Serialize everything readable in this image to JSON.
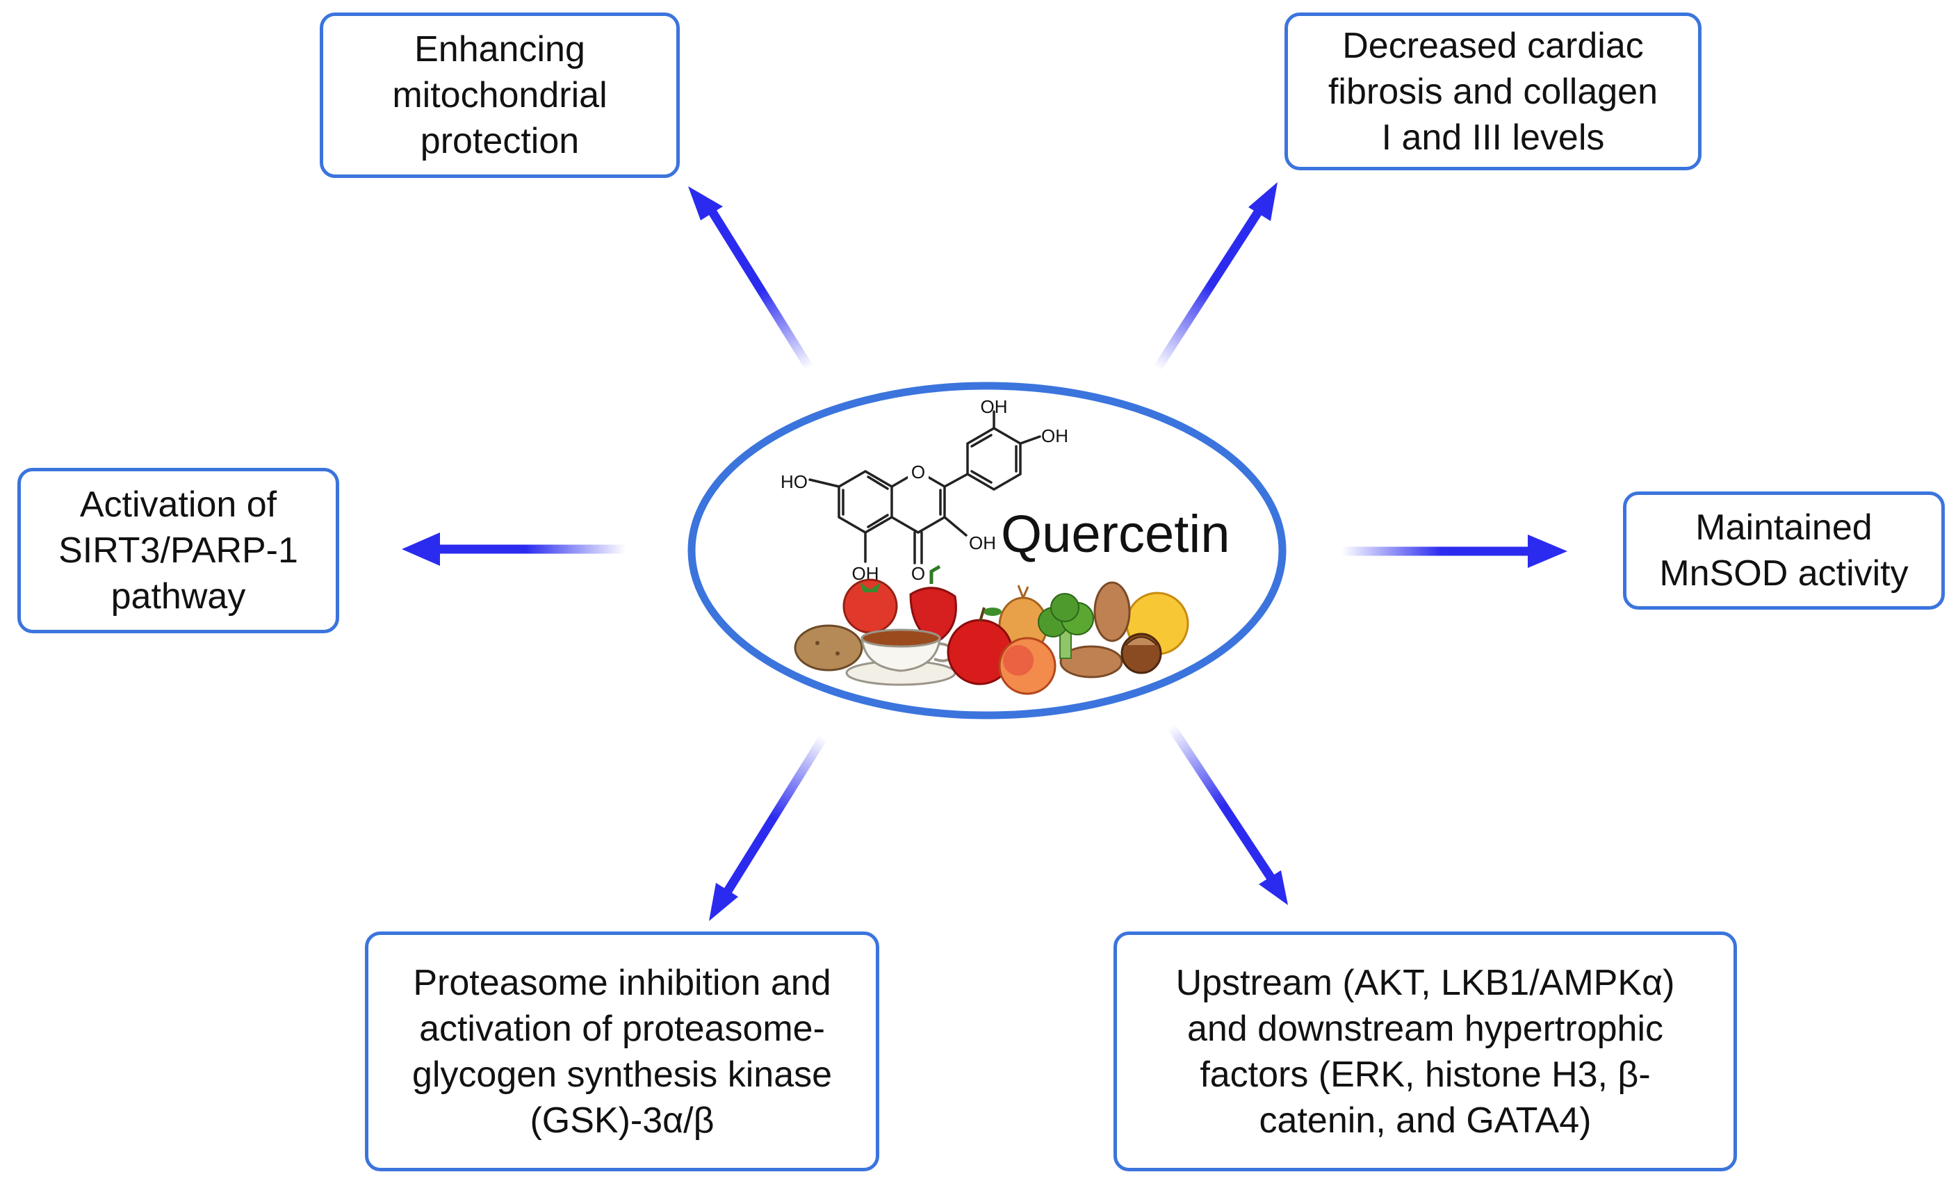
{
  "center": {
    "title": "Quercetin",
    "molecule_labels": {
      "oh_top": "OH",
      "oh_right": "OH",
      "oh_left": "HO",
      "oh_mid": "OH",
      "oh_bottom": "OH",
      "carbonyl_o": "O",
      "ring_o": "O"
    },
    "food_icons": [
      "potato",
      "tomato",
      "tea-cup",
      "red-pepper",
      "apple",
      "peach",
      "onion",
      "broccoli",
      "almond",
      "hazelnut",
      "grapefruit"
    ]
  },
  "effects": {
    "mito": "Enhancing\nmitochondrial\nprotection",
    "fibrosis": "Decreased cardiac\nfibrosis and collagen\nI and III levels",
    "sirt3": "Activation of\nSIRT3/PARP-1\npathway",
    "mnsod": "Maintained\nMnSOD activity",
    "proteasome": "Proteasome inhibition and\nactivation of proteasome-\nglycogen synthesis kinase\n(GSK)-3α/β",
    "upstream": "Upstream (AKT, LKB1/AMPKα)\nand downstream hypertrophic\nfactors (ERK, histone H3, β-\ncatenin, and GATA4)"
  },
  "colors": {
    "arrow": "#2b2bef",
    "box_border": "#3b74dd",
    "ellipse_border": "#3b74dd"
  }
}
